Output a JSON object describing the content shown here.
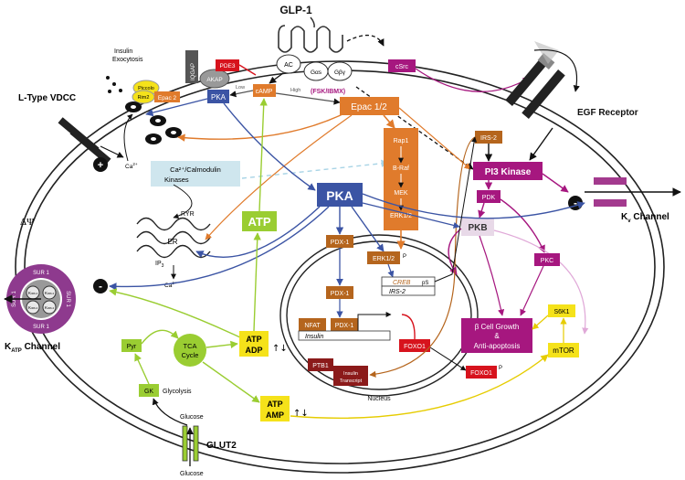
{
  "title": "GLP-1",
  "labels": {
    "insulin_exocytosis_1": "Insulin",
    "insulin_exocytosis_2": "Exocytosis",
    "l_type": "L-Type VDCC",
    "egf_receptor": "EGF Receptor",
    "kv_channel": "K",
    "kv_sub": "v",
    "kv_channel_suffix": " Channel",
    "katp_channel": "K",
    "katp_sub": "ATP",
    "katp_channel_suffix": " Channel",
    "delta_psi": "ΔΨ",
    "glut2": "GLUT2",
    "glucose_in": "Glucose",
    "glucose_out": "Glucose",
    "glycolysis": "Glycolysis",
    "nucleus": "Nucleus",
    "high": "High",
    "low": "Low",
    "fsk_ibmx": "(FSK/IBMX)",
    "ryr": "RYR",
    "er": "ER",
    "ip3": "IP",
    "ip3_sub": "3",
    "ca_1": "Ca",
    "ca_2": "Ca",
    "ca_3": "Ca",
    "ca_sup": "2+",
    "ps": "pS",
    "p_erk": "P",
    "p_foxo": "P"
  },
  "nodes": {
    "ac": "AC",
    "gas": "Gαs",
    "gby": "Gβγ",
    "iqgap": "IQGAP",
    "akap": "AKAP",
    "pde3": "PDE3",
    "piccolo": "Piccolo",
    "rim2": "Rim2",
    "epac2": "Epac 2",
    "pka_small": "PKA",
    "camp": "cAMP",
    "epac12": "Epac 1/2",
    "csrc": "cSrc",
    "irs2": "IRS-2",
    "pi3k": "PI3 Kinase",
    "pdk": "PDK",
    "pkb": "PKB",
    "pkc": "PKC",
    "rap1": "Rap1",
    "braf": "B-Raf",
    "mek": "MEK",
    "erk12": "ERK1/2",
    "pka_big": "PKA",
    "camk_1": "Ca²⁺/Calmodulin",
    "camk_2": "Kinases",
    "atp": "ATP",
    "pdx1_a": "PDX-1",
    "erk12_b": "ERK1/2",
    "creb": "CREB",
    "irs2_gene": "IRS-2",
    "pdx1_b": "PDX-1",
    "nfat": "NFAT",
    "pdx1_c": "PDX-1",
    "insulin_gene": "Insulin",
    "foxo1_a": "FOXO1",
    "foxo1_b": "FOXO1",
    "ptb1": "PTB1",
    "insulin_transcript_1": "Insulin",
    "insulin_transcript_2": "Transcript",
    "bcell_1": "β Cell Growth",
    "bcell_2": "&",
    "bcell_3": "Anti-apoptosis",
    "s6k1": "S6K1",
    "mtor": "mTOR",
    "atp_adp_1": "ATP",
    "atp_adp_2": "ADP",
    "atp_amp_1": "ATP",
    "atp_amp_2": "AMP",
    "tca_1": "TCA",
    "tca_2": "Cycle",
    "pyr": "Pyr",
    "gk": "GK",
    "sur1": "SUR 1",
    "kir": "K",
    "kir_sub": "IR6.2",
    "plus": "+",
    "minus": "-"
  },
  "colors": {
    "orange": "#e07b2c",
    "brown": "#b5651d",
    "blue": "#3b54a4",
    "green": "#9acd32",
    "magenta": "#a6177f",
    "purple": "#8e3a8e",
    "red": "#d7131d",
    "yellow": "#f5e21a",
    "lightblue": "#cfe6ee"
  }
}
